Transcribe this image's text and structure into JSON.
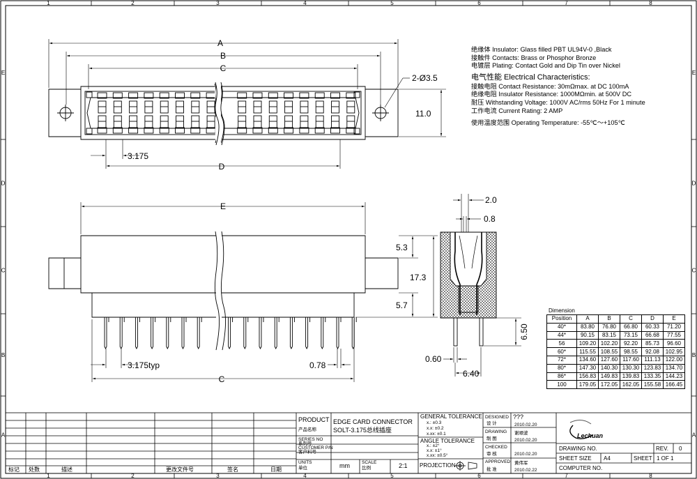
{
  "frame": {
    "cols": [
      "1",
      "2",
      "3",
      "4",
      "5",
      "6",
      "7",
      "8"
    ],
    "rows": [
      "E",
      "D",
      "C",
      "B",
      "A"
    ]
  },
  "top_view": {
    "dims": {
      "A": "A",
      "B": "B",
      "C": "C",
      "D": "D",
      "hole": "2-Ø3.5",
      "height": "11.0",
      "pitch": "3.175"
    }
  },
  "front_view": {
    "dims": {
      "E": "E",
      "C": "C",
      "d1": "5.3",
      "d2": "17.3",
      "d3": "5.7",
      "pitch": "3.175typ",
      "pin": "0.78"
    }
  },
  "side_view": {
    "dims": {
      "d1": "2.0",
      "d2": "0.8",
      "d3": "6.50",
      "d4": "0.60",
      "d5": "6.40"
    }
  },
  "notes": {
    "lines": [
      "绝缘体 Insulator: Glass filled PBT UL94V-0 ,Black",
      "接触件 Contacts: Brass or Phosphor Bronze",
      "电镀层 Plating: Contact Gold and Dip Tin over Nickel"
    ],
    "heading": "电气性能 Electrical Characteristics:",
    "elec": [
      "接触电阻 Contact Resistance: 30mΩmax. at DC 100mA",
      "绝缘电阻 Insulator Resistance: 1000MΩmin. at 500V DC",
      "耐压 Withstanding Voltage: 1000V AC/rms 50Hz For 1 minute",
      "工作电流 Current Rating: 2 AMP"
    ],
    "temp": "使用温度范围 Operating Temperature: -55℃～+105℃"
  },
  "dimension_table": {
    "caption": "Dimension",
    "headers": [
      "Position",
      "A",
      "B",
      "C",
      "D",
      "E"
    ],
    "rows": [
      [
        "40*",
        "83.80",
        "76.80",
        "66.80",
        "60.33",
        "71.20"
      ],
      [
        "44*",
        "90.15",
        "83.15",
        "73.15",
        "66.68",
        "77.55"
      ],
      [
        "56",
        "109.20",
        "102.20",
        "92.20",
        "85.73",
        "96.60"
      ],
      [
        "60*",
        "115.55",
        "108.55",
        "98.55",
        "92.08",
        "102.95"
      ],
      [
        "72*",
        "134.60",
        "127.60",
        "117.60",
        "111.13",
        "122.00"
      ],
      [
        "80*",
        "147.30",
        "140.30",
        "130.30",
        "123.83",
        "134.70"
      ],
      [
        "86*",
        "156.83",
        "149.83",
        "139.83",
        "133.35",
        "144.23"
      ],
      [
        "100",
        "179.05",
        "172.05",
        "162.05",
        "155.58",
        "166.45"
      ]
    ]
  },
  "title_block": {
    "revision_headers": [
      "标记",
      "处数",
      "描述",
      "更改文件号",
      "签名",
      "日期"
    ],
    "product_label": "PRODUCT",
    "product_cn": "产品名称",
    "product_name": "EDGE CARD CONNECTOR",
    "product_sub": "SOLT-3.175总线插座",
    "series_label": "SERIES NO",
    "series_cn": "系列号",
    "customer_label": "CUSTOMER P/N",
    "customer_cn": "客户料号",
    "units_label": "UNITS",
    "units_cn": "单位",
    "units_value": "mm",
    "scale_label": "SCALE",
    "scale_cn": "比例",
    "scale_value": "2:1",
    "gen_tol_label": "GENERAL TOLERANCE",
    "gen_tol": [
      "x.:    ±0.3",
      "x.x:   ±0.2",
      "x.xx:  ±0.1"
    ],
    "ang_tol_label": "ANGLE TOLERANCE",
    "ang_tol": [
      "x.:    ±2°",
      "x.x:   ±1°",
      "x.xx:  ±0.5°"
    ],
    "projection_label": "PROJECTION",
    "designed_label": "DESIGNED",
    "designed_cn": "设  计",
    "designed_by": "???",
    "designed_date": "2010.02.20",
    "drawing_label": "DRAWING",
    "drawing_cn": "制  图",
    "drawing_by": "谢顺波",
    "drawing_date": "2010.02.20",
    "checked_label": "CHECKED",
    "checked_cn": "审  核",
    "checked_date": "2010.02.20",
    "approved_label": "APPROVED",
    "approved_cn": "批  准",
    "approved_by": "黄伟军",
    "approved_date": "2010.02.22",
    "logo_text": "Lechuan",
    "drawing_no_label": "DRAWING NO.",
    "rev_label": "REV.",
    "rev_value": "0",
    "sheet_size_label": "SHEET SIZE",
    "sheet_size_value": "A4",
    "sheet_label": "SHEET",
    "sheet_value": "1 OF 1",
    "computer_no_label": "COMPUTER NO."
  }
}
